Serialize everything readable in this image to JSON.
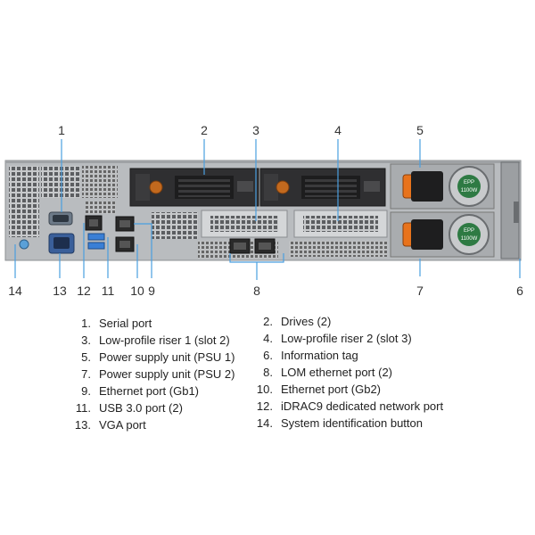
{
  "callouts": [
    "1",
    "2",
    "3",
    "4",
    "5",
    "6",
    "7",
    "8",
    "9",
    "10",
    "11",
    "12",
    "13",
    "14"
  ],
  "psu_badge": "EPP",
  "psu_rating": "1100W",
  "legend": [
    {
      "num": "1.",
      "text": "Serial port"
    },
    {
      "num": "2.",
      "text": "Drives (2)"
    },
    {
      "num": "3.",
      "text": "Low-profile riser 1 (slot 2)"
    },
    {
      "num": "4.",
      "text": "Low-profile riser 2 (slot 3)"
    },
    {
      "num": "5.",
      "text": "Power supply unit (PSU 1)"
    },
    {
      "num": "6.",
      "text": "Information tag"
    },
    {
      "num": "7.",
      "text": "Power supply unit (PSU 2)"
    },
    {
      "num": "8.",
      "text": "LOM ethernet port (2)"
    },
    {
      "num": "9.",
      "text": "Ethernet port (Gb1)"
    },
    {
      "num": "10.",
      "text": "Ethernet port (Gb2)"
    },
    {
      "num": "11.",
      "text": "USB 3.0 port (2)"
    },
    {
      "num": "12.",
      "text": "iDRAC9 dedicated network port"
    },
    {
      "num": "13.",
      "text": "VGA port"
    },
    {
      "num": "14.",
      "text": "System identification button"
    }
  ],
  "colors": {
    "chassis": "#b9bcbf",
    "bay": "#2f2f31",
    "accent_orange": "#e8731c",
    "usb_blue": "#3a7fd6",
    "callout_line": "#4a9fe0"
  }
}
